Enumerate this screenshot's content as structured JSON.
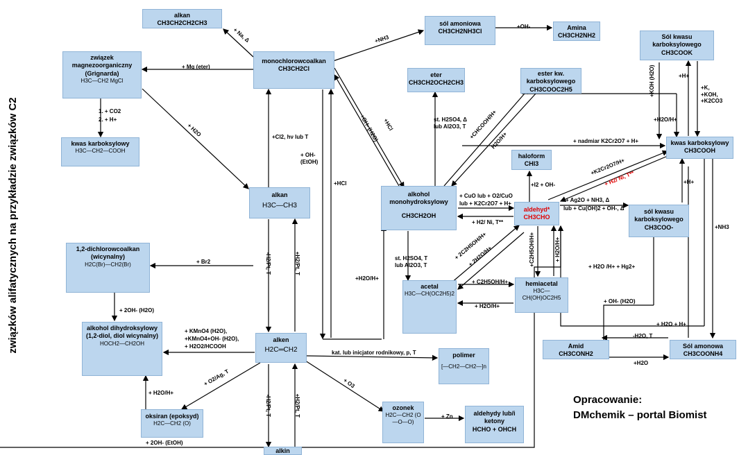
{
  "side_title": "związków alifatycznych na przykładzie związków C2",
  "credit": {
    "line1": "Opracowanie:",
    "line2": "DMchemik – portal Biomist"
  },
  "boxes": {
    "alkan_top": {
      "name": "alkan",
      "formula": "CH3CH2CH2CH3"
    },
    "grignard": {
      "name": "związek magnezoorganiczny (Grignarda)",
      "struct": "H3C—CH2 MgCl"
    },
    "kwas_karb_left": {
      "name": "kwas karboksylowy",
      "struct": "H3C—CH2—COOH"
    },
    "monochloro": {
      "name": "monochlorowcoalkan",
      "formula": "CH3CH2Cl"
    },
    "sol_amoniowa": {
      "name": "sól amoniowa",
      "formula": "CH3CH2NH3Cl"
    },
    "amina": {
      "name": "Amina",
      "formula": "CH3CH2NH2"
    },
    "eter": {
      "name": "eter",
      "formula": "CH3CH2OCH2CH3"
    },
    "ester": {
      "name": "ester kw. karboksylowego",
      "formula": "CH3COOC2H5"
    },
    "sol_kwasu_top": {
      "name": "Sól kwasu karboksylowego",
      "formula": "CH3COOK"
    },
    "kwas_karb_right": {
      "name": "kwas karboksylowy",
      "formula": "CH3COOH"
    },
    "haloform": {
      "name": "haloform",
      "formula": "CHI3"
    },
    "alkan_mid": {
      "name": "alkan",
      "formula": "H3C—CH3"
    },
    "alkohol_mono": {
      "name": "alkohol monohydroksylowy",
      "formula": "CH3CH2OH"
    },
    "aldehyd": {
      "name": "aldehyd*",
      "formula": "CH3CHO"
    },
    "sol_kwasu_mid": {
      "name": "sól kwasu karboksylowego",
      "formula": "CH3COO-"
    },
    "dichloro": {
      "name": "1,2-dichlorowcoalkan (wicynalny)",
      "struct": "H2C(Br)—CH2(Br)"
    },
    "acetal": {
      "name": "acetal",
      "struct": "H3C—CH(OC2H5)2"
    },
    "hemiacetal": {
      "name": "hemiacetal",
      "struct": "H3C—CH(OH)OC2H5"
    },
    "alkohol_di": {
      "name": "alkohol dihydroksylowy (1,2-diol, diol wicynalny)",
      "struct": "HOCH2—CH2OH"
    },
    "alken": {
      "name": "alken",
      "formula": "H2C═CH2"
    },
    "polimer": {
      "name": "polimer",
      "struct": "[—CH2—CH2—]n"
    },
    "amid": {
      "name": "Amid",
      "formula": "CH3CONH2"
    },
    "sol_amonowa": {
      "name": "Sól amonowa",
      "formula": "CH3COONH4"
    },
    "oksiran": {
      "name": "oksiran (epoksyd)",
      "struct": "H2C—CH2 (O)"
    },
    "ozonek": {
      "name": "ozonek",
      "struct": "H2C—CH2 (O—O—O)"
    },
    "aldehydy": {
      "name": "aldehydy lub/i ketony",
      "formula": "HCHO + OHCH"
    },
    "bottom_cut": {
      "name": "alkin"
    }
  },
  "labels": {
    "na": "+ Na, Δ",
    "mg": "+ Mg (eter)",
    "nh3_top": "+NH3",
    "oh_minus": "+OH-",
    "co2": "1. + CO2",
    "hplus_list": "2. + H+",
    "h2o_grig": "+ H2O",
    "cl2": "+Cl2, hν lub T",
    "oh_etoh": "+ OH- (EtOH)",
    "hcl_mid": "+HCl",
    "hcl_diag": "+HCl",
    "oh_h2o_diag": "+OH- (H2O)",
    "st_h2so4_top": "st. H2SO4, Δ lub Al2O3, T",
    "chcooh": "+CHCOOH/H+",
    "h2o_h_ester": "H2O/H+",
    "nadmiar": "+ nadmiar K2Cr2O7 + H+",
    "koh_h2o": "+KOH (H2O)",
    "hplus_a": "+H+",
    "k_list": "+K, +KOH, +K2CO3",
    "h2o_hplus_right": "+H2O/H+",
    "i2_oh": "+I2 + OH-",
    "k2cr2o7_diag": "+K2Cr2O7/H+",
    "h2_ni_red": "+ H2/ Ni, T**",
    "hplus_b": "+H+",
    "cuo": "+ CuO lub + O2/CuO",
    "cuo2": "lub + K2Cr2O7 + H+",
    "h2_ni_back": "+ H2/ Ni, T**",
    "ag2o": "+ Ag2O + NH3, Δ",
    "ag2o2": "lub + Cu(OH)2 + OH-, Δ",
    "nh3_right": "+NH3",
    "h2_pt_down": "-H2/Pt, T",
    "h2_pt_up": "+H2/Pt, T",
    "hcl_lower": "+HCl",
    "st_h2so4_low": "st. H2SO4, T lub Al2O3, T",
    "h2o_hplus_mid": "+H2O/H+",
    "twoc2h5oh": "+ 2C2H5OH/H+",
    "twoh2o": "+ 2H2O/H+",
    "c2h5oh_h": "+C2H5OH/H+",
    "h2o_h_hemi": "+ H2O/H+",
    "c2h5oh_acetal": "+ C2H5OH/H+",
    "h2o_h_acetal": "+ H2O/H+",
    "h2o_hg": "+ H2O /H+ + Hg2+",
    "br2": "+ Br2",
    "twooh": "+ 2OH- (H2O)",
    "kmno4": "+ KMnO4 (H2O),",
    "kmno4b": "+KMnO4+OH- (H2O),",
    "h2o2": "+ H2O2/HCOOH",
    "kat": "kat. lub inicjator rodnikowy, p, T",
    "o2_ag": "+ O2/Ag, T",
    "h2o_h_oks": "+ H2O/H+",
    "twooh_etoh": "+ 2OH- (EtOH)",
    "o3": "+ O3",
    "zn": "+ Zn",
    "h2_pt_down2": "-H2/Pt, T",
    "h2_pt_up2": "+H2/Pt, T",
    "oh_h2o_amid": "+ OH- (H2O)",
    "h2o_hplus_amid": "+ H2O + H+",
    "h2o_t": "-H2O, T",
    "h2o_amid": "+H2O"
  },
  "colors": {
    "box_fill": "#bcd6ee",
    "box_border": "#8fb3d6",
    "highlight": "#e00000"
  }
}
